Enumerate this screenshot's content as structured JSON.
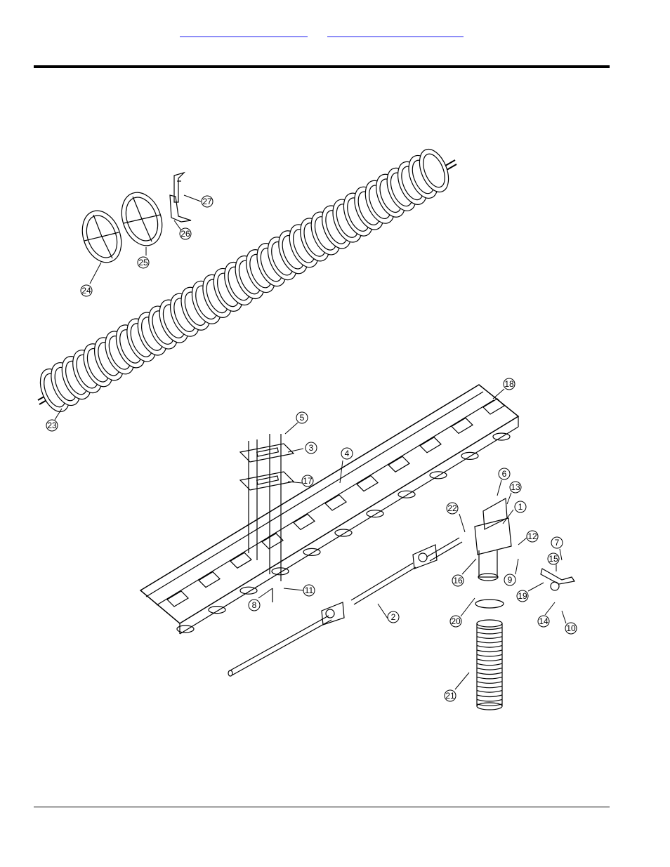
{
  "header": {
    "links": [
      "",
      ""
    ]
  },
  "diagram": {
    "callouts": [
      "1",
      "2",
      "3",
      "4",
      "5",
      "6",
      "7",
      "8",
      "9",
      "10",
      "11",
      "12",
      "13",
      "14",
      "15",
      "16",
      "17",
      "18",
      "19",
      "20",
      "21",
      "22",
      "23",
      "24",
      "25",
      "26",
      "27"
    ]
  }
}
